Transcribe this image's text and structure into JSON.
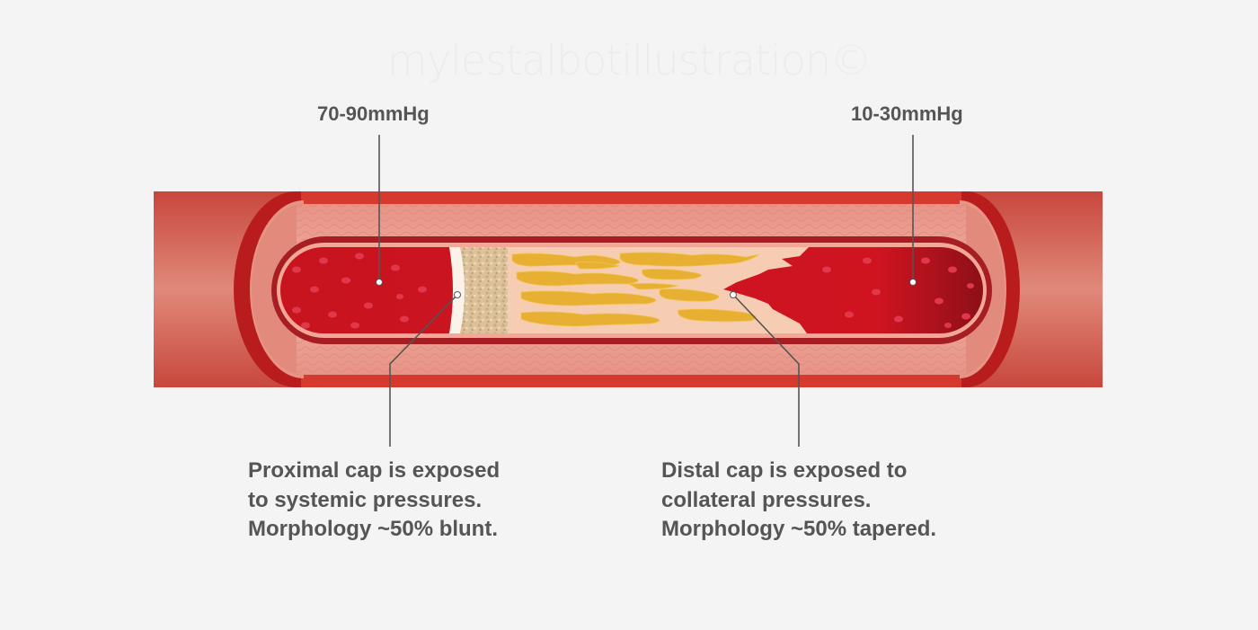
{
  "watermark": "mylestalbotillustration©",
  "labels": {
    "proximal_pressure": "70-90mmHg",
    "distal_pressure": "10-30mmHg"
  },
  "captions": {
    "proximal": [
      "Proximal cap is exposed",
      "to systemic pressures.",
      "Morphology ~50% blunt."
    ],
    "distal": [
      "Distal cap is exposed to",
      "collateral pressures.",
      "Morphology ~50% tapered."
    ]
  },
  "colors": {
    "background": "#f4f4f4",
    "vessel_outer": "#d9493d",
    "vessel_wall": "#e28a7c",
    "blood": "#c8141f",
    "blood_cell": "#e0384a",
    "plaque": "#f6cdb2",
    "fat_streak": "#e7b033",
    "calcified_cap": "#dcc29b",
    "text": "#555555"
  }
}
